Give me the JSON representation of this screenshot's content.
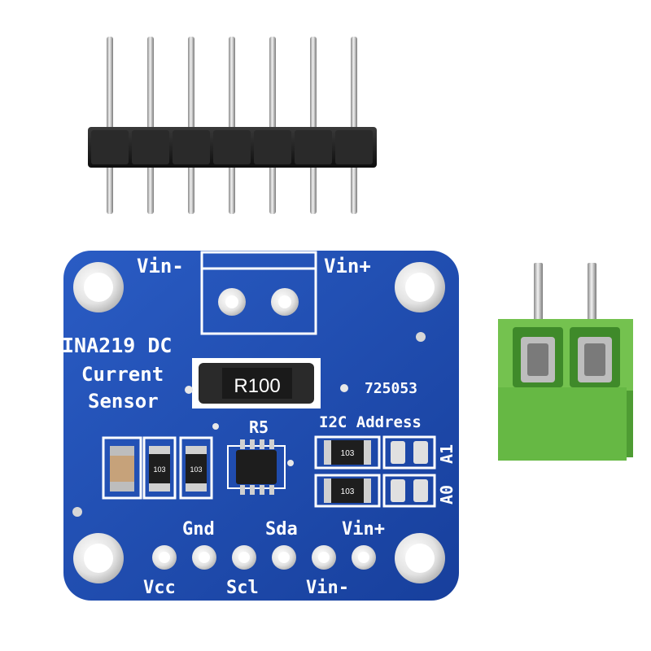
{
  "board": {
    "title_line1": "INA219 DC",
    "title_line2": "Current",
    "title_line3": "Sensor",
    "vin_minus_top": "Vin-",
    "vin_plus_top": "Vin+",
    "shunt_label": "R100",
    "shunt_ref": "R5",
    "serial": "725053",
    "i2c_label": "I2C Address",
    "a1_label": "A1",
    "a0_label": "A0",
    "smd_small_1": "103",
    "smd_small_2": "103",
    "smd_small_3": "103",
    "smd_small_4": "103",
    "pins_top": [
      "Gnd",
      "Sda",
      "Vin+"
    ],
    "pins_bottom": [
      "Vcc",
      "Scl",
      "Vin-"
    ]
  },
  "colors": {
    "pcb": "#1f4fb4",
    "silkscreen": "#ffffff",
    "terminal": "#6fbf4a",
    "header_plastic": "#1a1a1a",
    "pin_metal": "#c9c9c9"
  }
}
